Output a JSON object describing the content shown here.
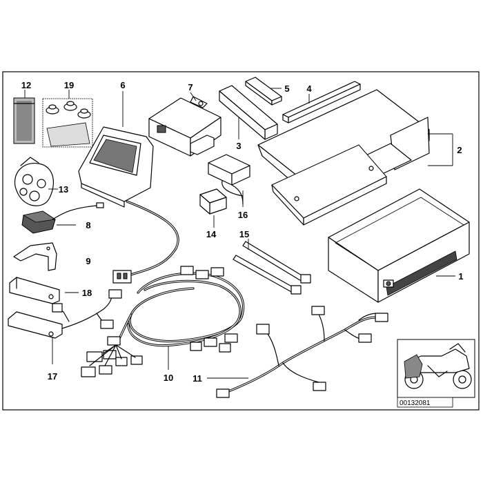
{
  "diagram": {
    "labels": {
      "p1": "1",
      "p2": "2",
      "p3": "3",
      "p4": "4",
      "p5": "5",
      "p6": "6",
      "p7": "7",
      "p8": "8",
      "p9": "9",
      "p10": "10",
      "p11": "11",
      "p12": "12",
      "p13": "13",
      "p14": "14",
      "p15": "15",
      "p16": "16",
      "p17": "17",
      "p18": "18",
      "p19": "19"
    },
    "reference_number": "00132081"
  }
}
